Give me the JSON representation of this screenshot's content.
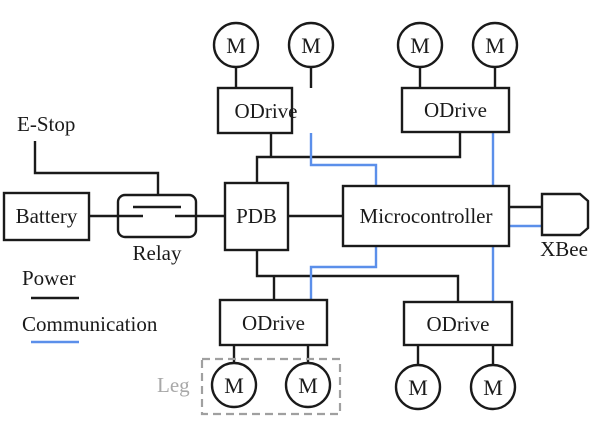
{
  "diagram": {
    "title": "Robot power and communication architecture",
    "components": {
      "battery": "Battery",
      "relay": "Relay",
      "estop": "E-Stop",
      "pdb": "PDB",
      "microcontroller": "Microcontroller",
      "xbee": "XBee",
      "odrive_top_left": "ODrive",
      "odrive_top_right": "ODrive",
      "odrive_bottom_left": "ODrive",
      "odrive_bottom_right": "ODrive",
      "motor": "M",
      "leg_group": "Leg"
    },
    "legend": {
      "power": "Power",
      "communication": "Communication"
    },
    "colors": {
      "power_line": "#1a1a1a",
      "communication_line": "#5b8fea",
      "leg_group": "#a0a0a0"
    },
    "connections": [
      {
        "from": "Battery",
        "to": "Relay",
        "type": "power"
      },
      {
        "from": "E-Stop",
        "to": "Relay",
        "type": "power"
      },
      {
        "from": "Relay",
        "to": "PDB",
        "type": "power"
      },
      {
        "from": "PDB",
        "to": "Microcontroller",
        "type": "power"
      },
      {
        "from": "PDB",
        "to": "ODrive (top-left)",
        "type": "power"
      },
      {
        "from": "PDB",
        "to": "ODrive (top-right)",
        "type": "power"
      },
      {
        "from": "PDB",
        "to": "ODrive (bottom-left)",
        "type": "power"
      },
      {
        "from": "PDB",
        "to": "ODrive (bottom-right)",
        "type": "power"
      },
      {
        "from": "Microcontroller",
        "to": "XBee",
        "type": "power"
      },
      {
        "from": "Microcontroller",
        "to": "XBee",
        "type": "communication"
      },
      {
        "from": "Microcontroller",
        "to": "ODrive (top-left)",
        "type": "communication"
      },
      {
        "from": "Microcontroller",
        "to": "ODrive (top-right)",
        "type": "communication"
      },
      {
        "from": "Microcontroller",
        "to": "ODrive (bottom-left)",
        "type": "communication"
      },
      {
        "from": "Microcontroller",
        "to": "ODrive (bottom-right)",
        "type": "communication"
      },
      {
        "from": "ODrive (top-left)",
        "to": "M x2",
        "type": "power"
      },
      {
        "from": "ODrive (top-right)",
        "to": "M x2",
        "type": "power"
      },
      {
        "from": "ODrive (bottom-left)",
        "to": "M x2 (Leg)",
        "type": "power"
      },
      {
        "from": "ODrive (bottom-right)",
        "to": "M x2",
        "type": "power"
      }
    ]
  }
}
